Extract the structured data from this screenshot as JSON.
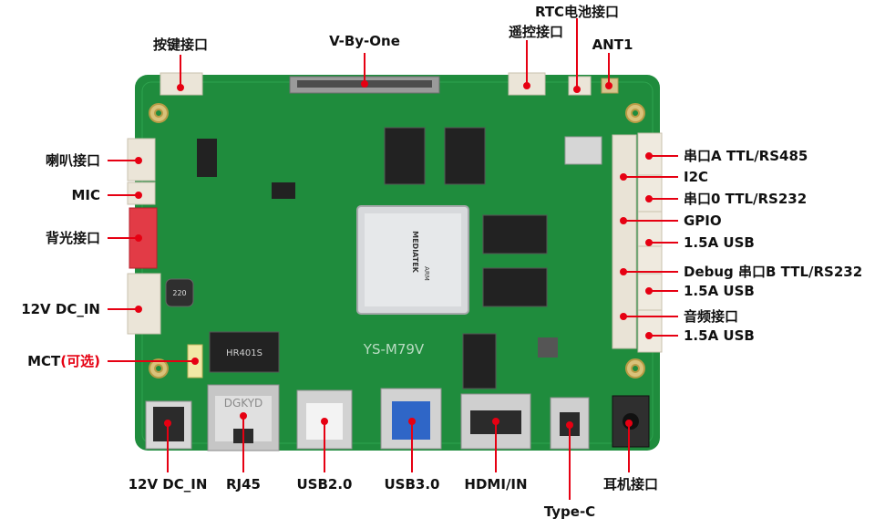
{
  "board": {
    "silkscreen_model": "YS-M79V",
    "chip_brand": "MEDIATEK",
    "chip_core": "ARM",
    "lan_chip": "DGKYD",
    "transformer": "HR401S",
    "inductor": "220",
    "colors": {
      "pcb": "#1e8a3c",
      "callout": "#e60012",
      "connector": "#e9e3d6"
    }
  },
  "labels": {
    "top": {
      "keypad": "按键接口",
      "vbyone": "V-By-One",
      "rtc": "RTC电池接口",
      "remote": "遥控接口",
      "ant1": "ANT1"
    },
    "left": {
      "speaker": "喇叭接口",
      "mic": "MIC",
      "backlight": "背光接口",
      "dcin": "12V DC_IN",
      "mct": "MCT",
      "mct_optional": "(可选)"
    },
    "right": {
      "uart_a": "串口A  TTL/RS485",
      "i2c": "I2C",
      "uart0": "串口0  TTL/RS232",
      "gpio": "GPIO",
      "usb1": "1.5A USB",
      "debug": "Debug 串口B TTL/RS232",
      "usb2": "1.5A USB",
      "audio": "音频接口",
      "usb3": "1.5A USB"
    },
    "bottom": {
      "dcin": "12V DC_IN",
      "rj45": "RJ45",
      "usb20": "USB2.0",
      "usb30": "USB3.0",
      "hdmi": "HDMI/IN",
      "typec": "Type-C",
      "earphone": "耳机接口"
    }
  }
}
